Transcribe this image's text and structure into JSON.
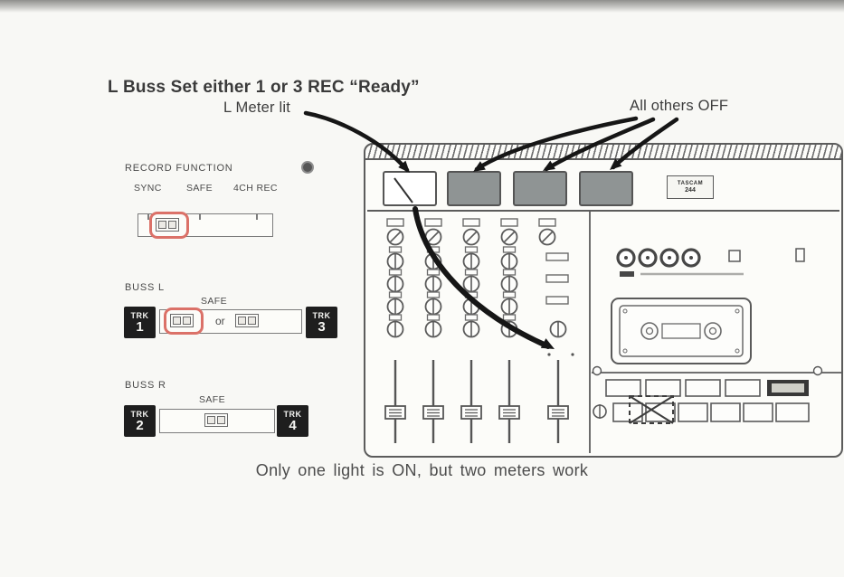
{
  "colors": {
    "highlight": "#db7168",
    "ink": "#3a3a3a",
    "meter_off": "#8f9494"
  },
  "title": "L Buss Set either 1 or 3 REC “Ready”",
  "callouts": {
    "l_meter": "L Meter lit",
    "all_others": "All others OFF"
  },
  "record_function": {
    "label": "RECORD FUNCTION",
    "positions": [
      "SYNC",
      "SAFE",
      "4CH REC"
    ]
  },
  "buss_l": {
    "label": "BUSS L",
    "safe": "SAFE",
    "or_label": "or",
    "trk_left": {
      "name": "TRK",
      "num": "1"
    },
    "trk_right": {
      "name": "TRK",
      "num": "3"
    }
  },
  "buss_r": {
    "label": "BUSS R",
    "safe": "SAFE",
    "trk_left": {
      "name": "TRK",
      "num": "2"
    },
    "trk_right": {
      "name": "TRK",
      "num": "4"
    }
  },
  "recorder": {
    "brand_line1": "TASCAM",
    "brand_line2": "244"
  },
  "caption": "Only one light is ON, but two meters work"
}
